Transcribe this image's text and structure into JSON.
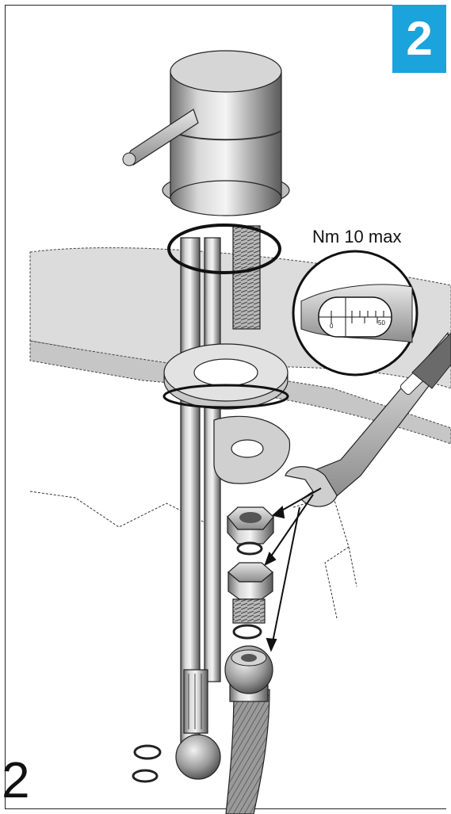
{
  "step": {
    "number": "2",
    "color": "#1ba3dc"
  },
  "torque": {
    "label": "Nm 10 max",
    "scale_min": "0",
    "scale_max": "50"
  },
  "page": {
    "number": "2"
  },
  "parts": {
    "faucet_head": "faucet-body",
    "lever": "lever-handle",
    "supply_pipes": "supply-pipes",
    "threaded_rod": "threaded-rod",
    "mounting_ring": "mounting-ring",
    "horseshoe_washer": "horseshoe-washer",
    "nut": "hex-nut",
    "adapter": "threaded-adapter",
    "washers": "o-ring-washers",
    "hose_fitting": "hose-fitting",
    "wrench": "torque-wrench"
  }
}
